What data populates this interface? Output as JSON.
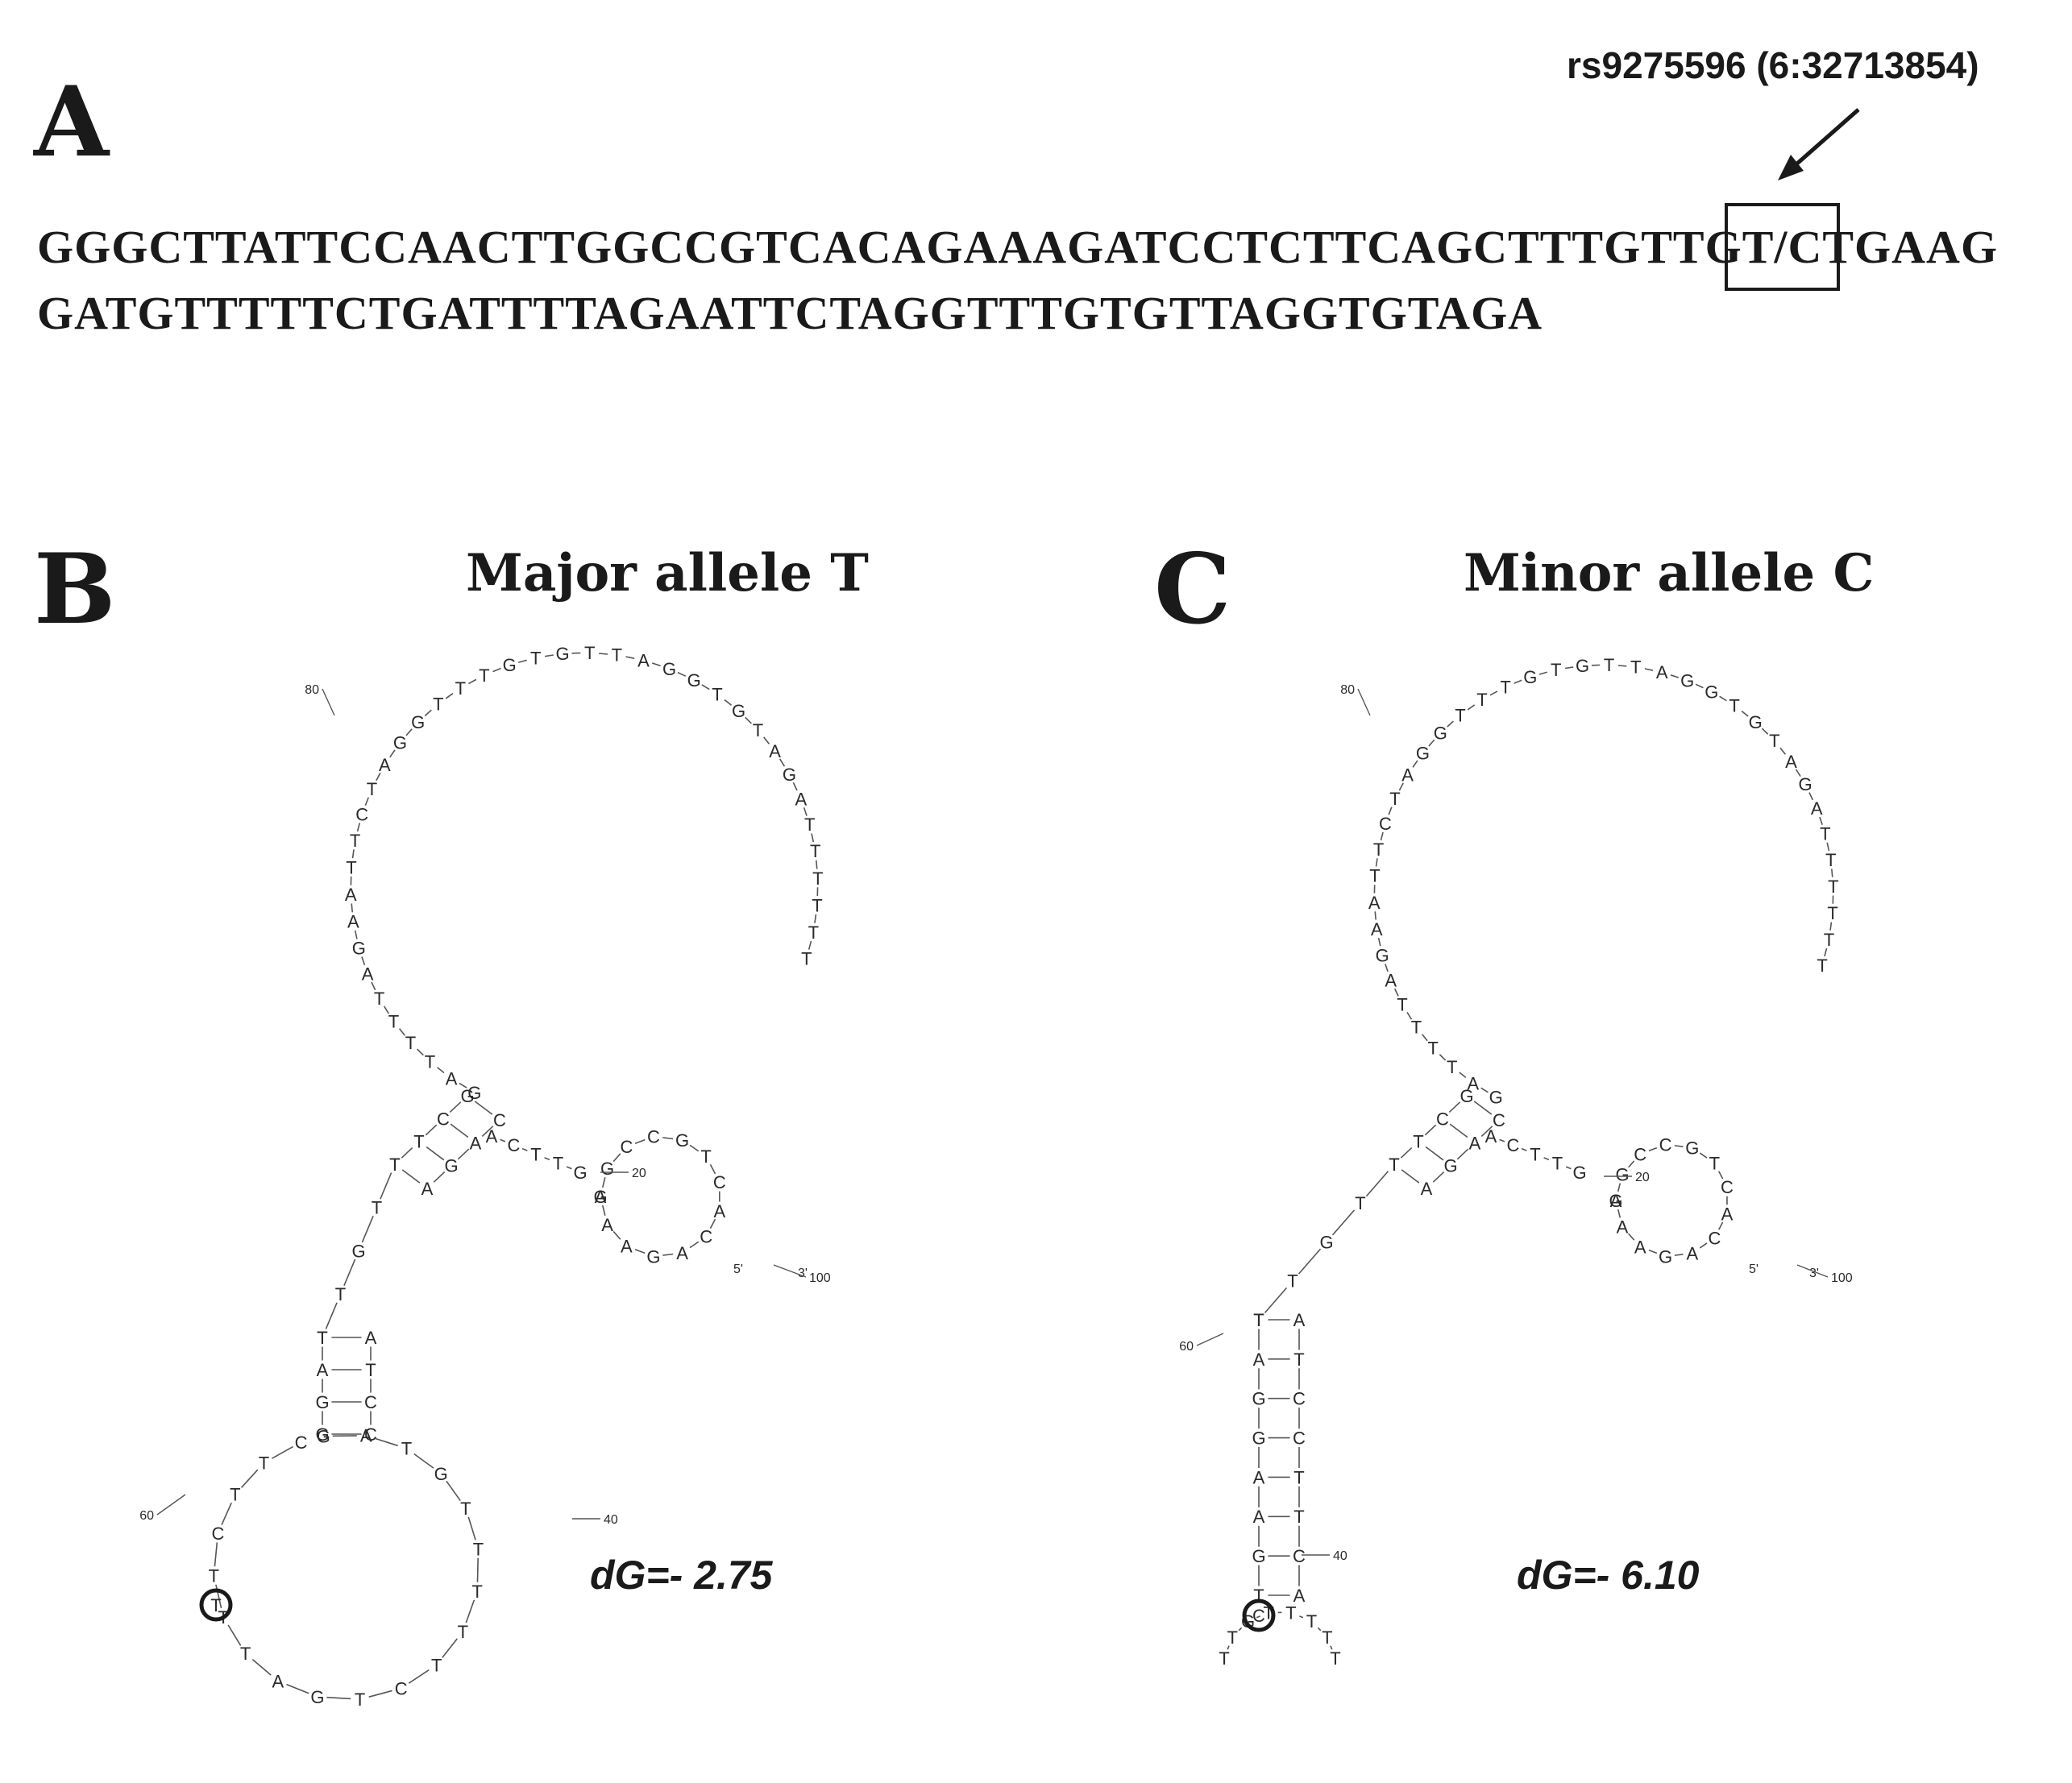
{
  "panel_a": {
    "letter": "A",
    "snp_label": "rs9275596 (6:32713854)",
    "seq_line1_before": "GGGCTTATTCCAACTTGGCCGTCACAGAAAGATCCTCTTCAGCTTTGTTG",
    "seq_line1_snp": "T/C",
    "seq_line1_after": "TGAAG",
    "seq_line2": "GATGTTTTTCTGATTTTAGAATTCTAGGTTTGTGTTAGGTGTAGA"
  },
  "panel_b": {
    "letter": "B",
    "title": "Major allele T",
    "dg": "dG=- 2.75",
    "highlight_base": "T"
  },
  "panel_c": {
    "letter": "C",
    "title": "Minor allele C",
    "dg": "dG=- 6.10",
    "highlight_base": "C"
  },
  "structure_labels": {
    "five_prime": "5'",
    "three_prime": "3'",
    "n20": "20",
    "n40": "40",
    "n60": "60",
    "n80": "80",
    "n100": "100"
  },
  "colors": {
    "ink": "#1a1a1a",
    "line": "#555555"
  }
}
